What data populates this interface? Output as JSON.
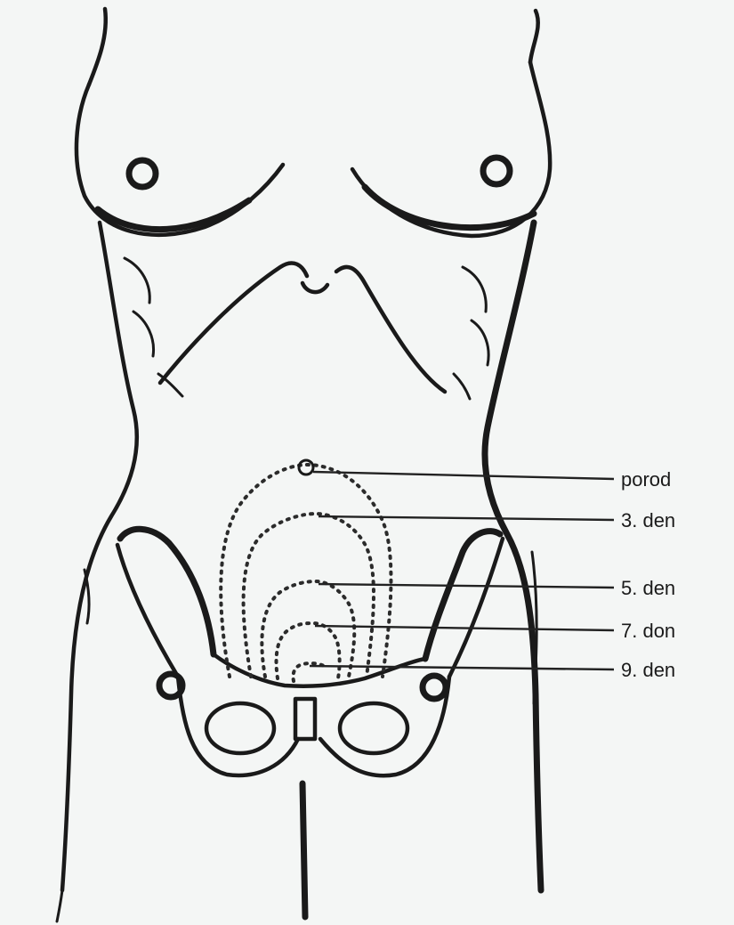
{
  "labels": {
    "porod": "porod",
    "den3": "3. den",
    "den5": "5. den",
    "den7": "7. don",
    "den9": "9. den"
  },
  "colors": {
    "background": "#f4f6f5",
    "ink": "#1a1a1a"
  }
}
